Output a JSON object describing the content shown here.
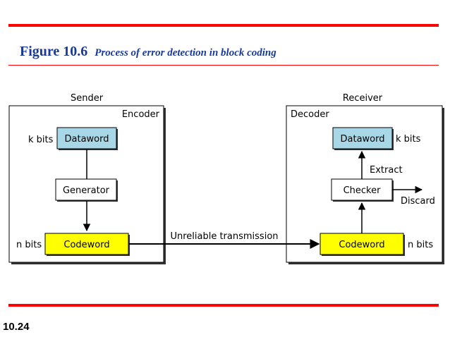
{
  "header": {
    "figure_number": "Figure 10.6",
    "figure_title": "Process of error detection in block coding"
  },
  "diagram": {
    "sender_label": "Sender",
    "receiver_label": "Receiver",
    "encoder_label": "Encoder",
    "decoder_label": "Decoder",
    "sender_dataword": "Dataword",
    "sender_kbits": "k bits",
    "generator": "Generator",
    "sender_codeword": "Codeword",
    "sender_nbits": "n bits",
    "channel_label": "Unreliable transmission",
    "receiver_codeword": "Codeword",
    "receiver_nbits": "n bits",
    "checker": "Checker",
    "discard": "Discard",
    "extract": "Extract",
    "receiver_dataword": "Dataword",
    "receiver_kbits": "k bits"
  },
  "colors": {
    "accent_red": "#ff0000",
    "title_blue": "#1a3a9a",
    "dataword_fill": "#a8d8e8",
    "codeword_fill": "#ffff00"
  },
  "footer": {
    "slide_number": "10.24"
  }
}
